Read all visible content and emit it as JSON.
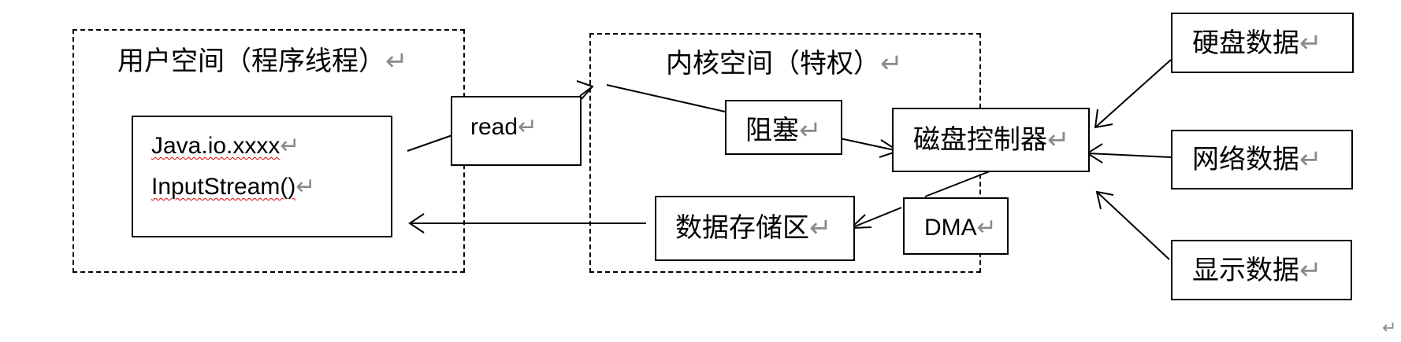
{
  "user_space": {
    "title": "用户空间（程序线程）",
    "code_line_1": "Java.io.xxxx",
    "code_line_2": "InputStream()"
  },
  "kernel_space": {
    "title": "内核空间（特权）"
  },
  "labels": {
    "read": "read",
    "block": "阻塞",
    "disk_controller": "磁盘控制器",
    "data_buffer": "数据存储区",
    "dma": "DMA"
  },
  "sources": {
    "disk": "硬盘数据",
    "network": "网络数据",
    "display": "显示数据"
  },
  "return_mark": "↵",
  "colors": {
    "stroke": "#000000",
    "return_mark": "#8a8a8a",
    "spellcheck_underline": "#e00000"
  }
}
